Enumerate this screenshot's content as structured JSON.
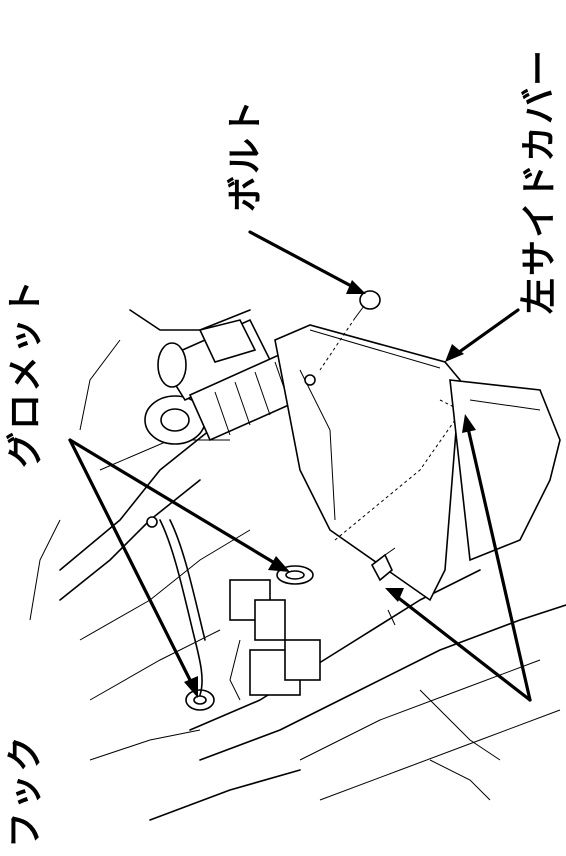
{
  "labels": {
    "grommet": "グロメット",
    "bolt": "ボルト",
    "left_side_cover": "左サイドカバー",
    "hook": "フック"
  }
}
